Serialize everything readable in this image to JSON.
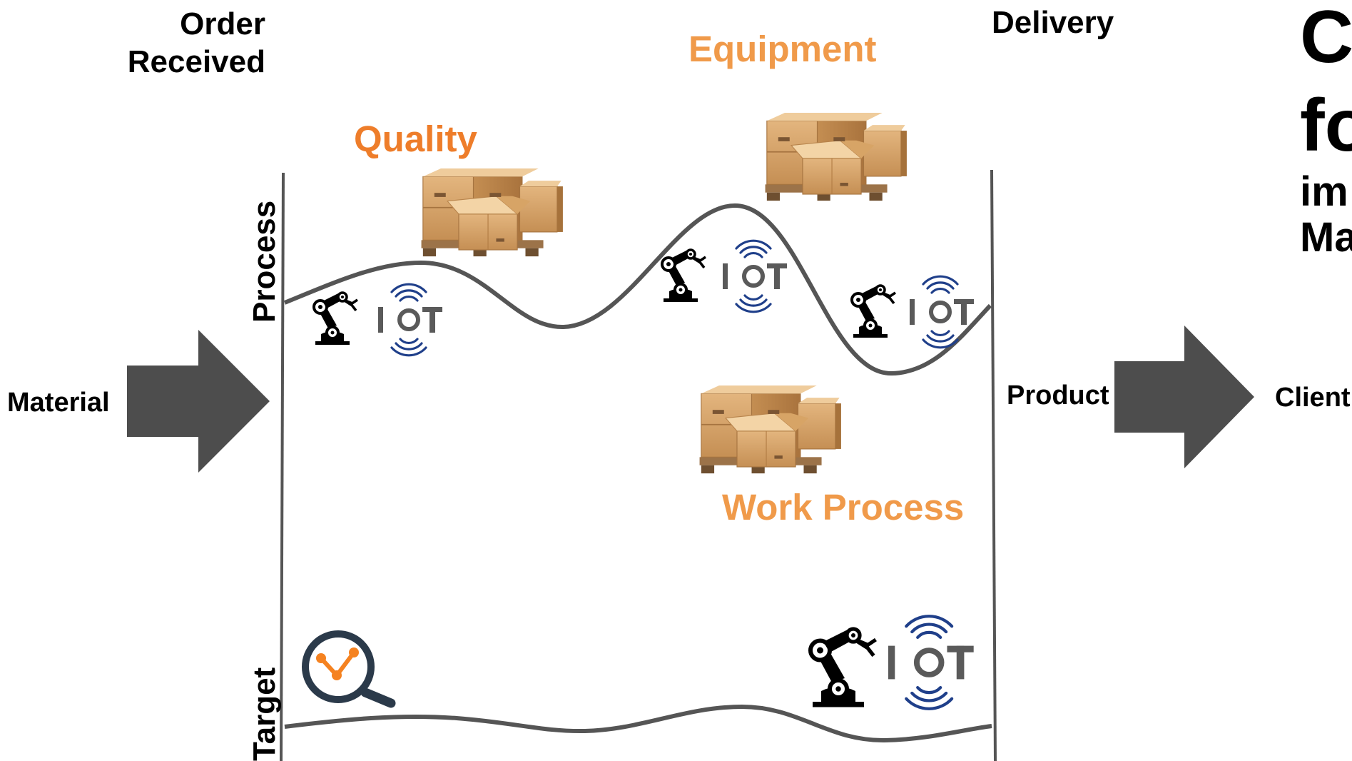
{
  "labels": {
    "order_received_line1": "Order",
    "order_received_line2": "Received",
    "delivery": "Delivery",
    "material": "Material",
    "product": "Product",
    "client": "Client",
    "quality": "Quality",
    "equipment": "Equipment",
    "work_process": "Work Process",
    "process_axis": "Process",
    "target_axis": "Target",
    "iot": "IOT"
  },
  "cropped_title": {
    "line1": "C",
    "line2": "fo",
    "line3": "im",
    "line4": "Ma"
  },
  "colors": {
    "category_orange": "#ee7d2a",
    "arrow_gray": "#4d4d4d",
    "curve_gray": "#555555",
    "iot_blue": "#1f3f8a",
    "iot_gray": "#5a5a5a",
    "analytics_orange": "#f58220",
    "analytics_navy": "#2b3a4a"
  },
  "icons": [
    "industrial-robot-arm-icon",
    "iot-wireless-icon",
    "cardboard-boxes-pallet-icon",
    "analytics-magnifier-icon",
    "right-arrow-icon"
  ]
}
